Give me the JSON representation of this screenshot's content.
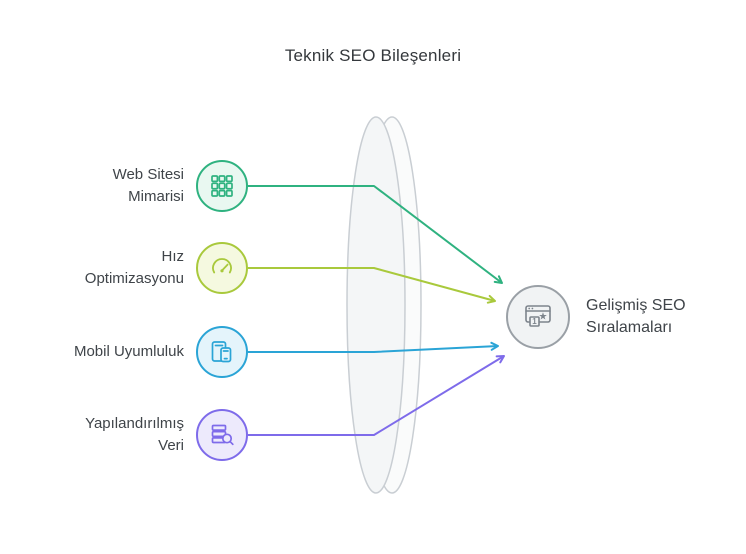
{
  "title": "Teknik SEO Bileşenleri",
  "items": [
    {
      "line1": "Web Sitesi",
      "line2": "Mimarisi",
      "icon": "grid-architecture-icon",
      "color": "#2fb280"
    },
    {
      "line1": "Hız",
      "line2": "Optimizasyonu",
      "icon": "speed-gauge-icon",
      "color": "#a9c93c"
    },
    {
      "line1": "Mobil Uyumluluk",
      "icon": "mobile-devices-icon",
      "color": "#2aa4d6"
    },
    {
      "line1": "Yapılandırılmış",
      "line2": "Veri",
      "icon": "structured-data-search-icon",
      "color": "#7e6bea"
    }
  ],
  "result": {
    "line1": "Gelişmiş SEO",
    "line2": "Sıralamaları",
    "badge": "1",
    "icon": "browser-star-ranking-icon",
    "color": "#9aa0a6"
  },
  "lens_color": "#c9ced3"
}
